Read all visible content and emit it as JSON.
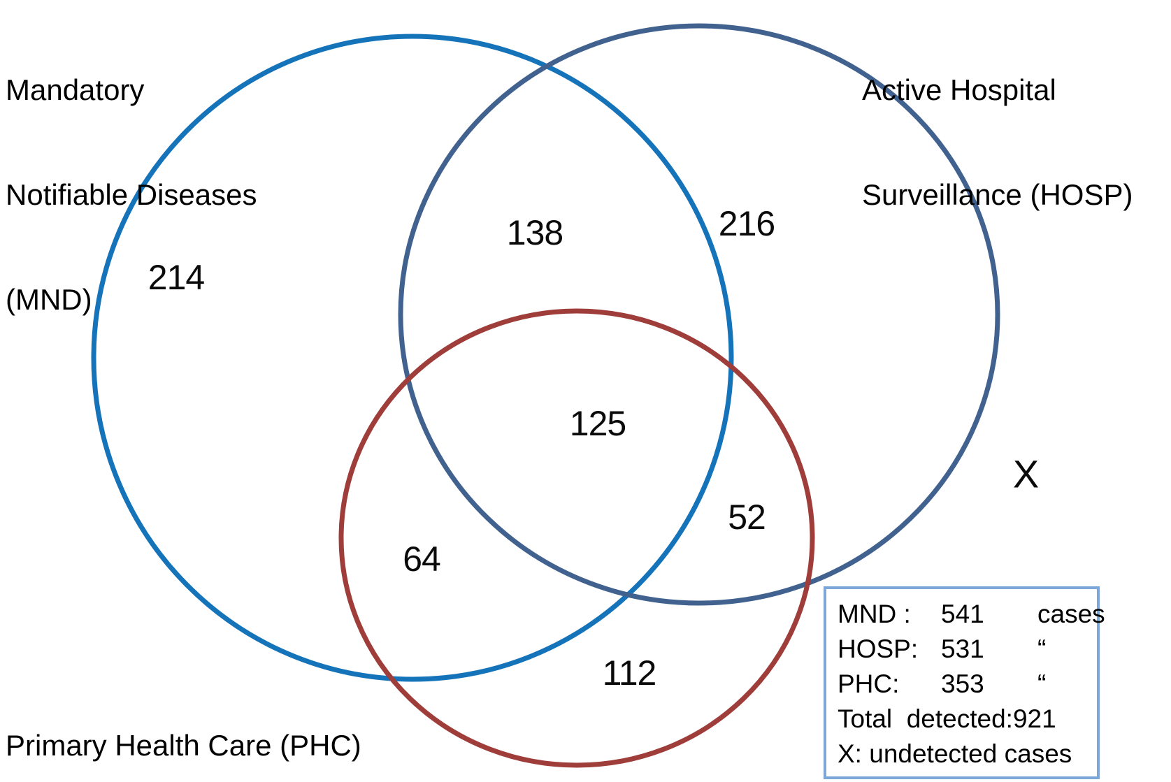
{
  "figure": {
    "type": "venn",
    "description_from_pixels": "Three-set Venn diagram of case detection by surveillance system"
  },
  "sets": {
    "mnd": {
      "name": "MND",
      "label_line1": "Mandatory",
      "label_line2": "Notifiable Diseases",
      "label_line3": "(MND)",
      "color": "#1573ba",
      "total_cases": "541"
    },
    "hosp": {
      "name": "HOSP",
      "label_line1": "Active Hospital",
      "label_line2": "Surveillance (HOSP)",
      "color": "#41628f",
      "total_cases": "531"
    },
    "phc": {
      "name": "PHC",
      "label": "Primary Health Care (PHC)",
      "color": "#9e3d39",
      "total_cases": "353"
    }
  },
  "regions": {
    "mnd_only": "214",
    "hosp_only": "216",
    "phc_only": "112",
    "mnd_hosp": "138",
    "mnd_phc": "64",
    "hosp_phc": "52",
    "all_three": "125",
    "undetected_mark": "X"
  },
  "legend": {
    "border_color": "#7da7d9",
    "row1": {
      "label": "MND :",
      "value": "541",
      "unit": "cases"
    },
    "row2": {
      "label": "HOSP:",
      "value": "531",
      "unit": "“"
    },
    "row3": {
      "label": "PHC:",
      "value": "353",
      "unit": "“"
    },
    "row4": {
      "label": "Total  detected:",
      "value": "921",
      "unit": ""
    },
    "row5": {
      "label": "X: undetected cases",
      "value": "",
      "unit": ""
    }
  }
}
